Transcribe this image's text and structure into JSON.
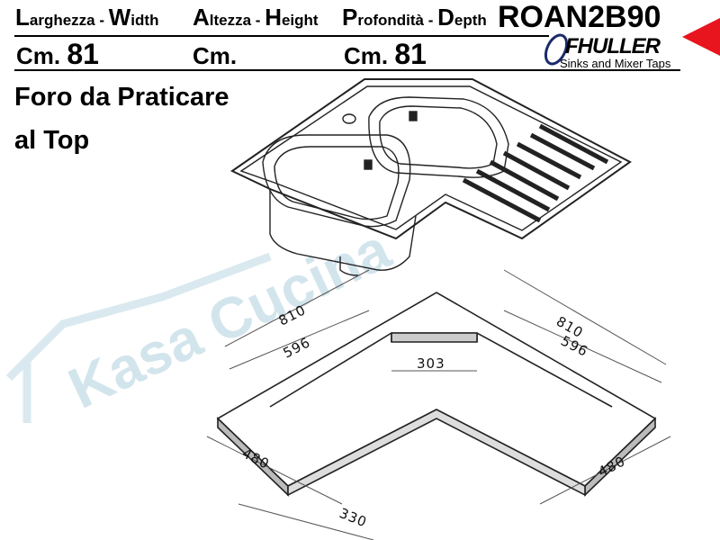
{
  "header": {
    "width_label": {
      "cap": "L",
      "rest": "arghezza - ",
      "cap2": "W",
      "rest2": "idth"
    },
    "height_label": {
      "cap": "A",
      "rest": "ltezza - ",
      "cap2": "H",
      "rest2": "eight"
    },
    "depth_label": {
      "cap": "P",
      "rest": "rofondità - ",
      "cap2": "D",
      "rest2": "epth"
    },
    "model": "ROAN2B90",
    "unit": "Cm.",
    "width_value": "81",
    "height_value": "",
    "depth_value": "81"
  },
  "brand": {
    "name": "FHULLER",
    "tagline": "Sinks and Mixer Taps",
    "marker_color": "#e8141e"
  },
  "title": {
    "line1": "Foro da Praticare",
    "line2": "al Top"
  },
  "watermark": {
    "text": "Kasa Cucina",
    "color": "#cfe3ea"
  },
  "dimensions": {
    "left_outer": "810",
    "left_inner": "596",
    "right_outer": "810",
    "right_inner": "596",
    "corner_cut": "303",
    "left_depth": "480",
    "right_depth": "480",
    "bottom": "330"
  }
}
